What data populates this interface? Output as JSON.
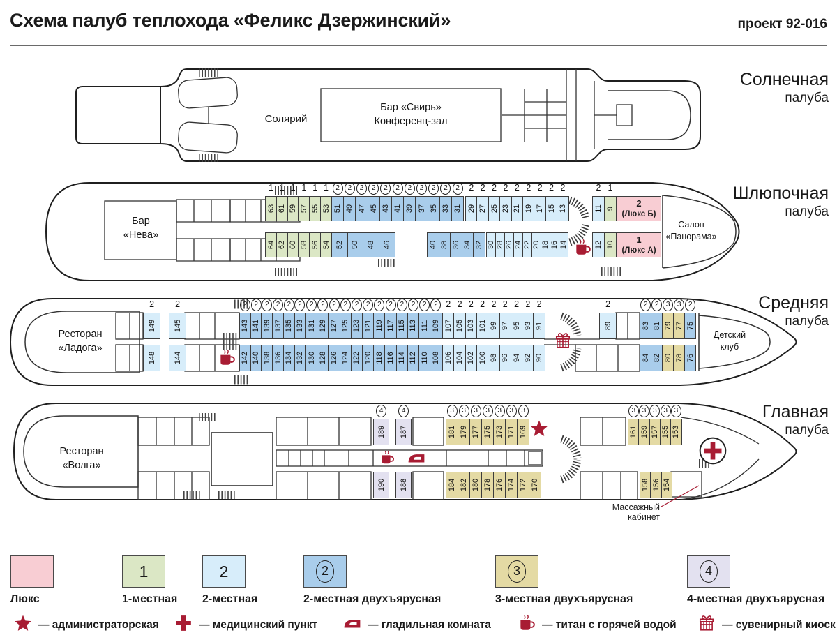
{
  "header": {
    "title": "Схема палуб теплохода «Феликс Дзержинский»",
    "project": "проект 92-016"
  },
  "cabin_types": {
    "lux": {
      "symbol": "",
      "circled": false,
      "color": "#f8cdd3",
      "name": "Люкс"
    },
    "s1": {
      "symbol": "1",
      "circled": false,
      "color": "#dbe7c5",
      "name": "1-местная"
    },
    "s2": {
      "symbol": "2",
      "circled": false,
      "color": "#d7edfa",
      "name": "2-местная"
    },
    "b2": {
      "symbol": "2",
      "circled": true,
      "color": "#a9cdeb",
      "name": "2-местная двухъярусная"
    },
    "b3": {
      "symbol": "3",
      "circled": true,
      "color": "#e4daa4",
      "name": "3-местная двухъярусная"
    },
    "b4": {
      "symbol": "4",
      "circled": true,
      "color": "#e3e1f0",
      "name": "4-местная двухъярусная"
    }
  },
  "decks": [
    {
      "id": "sun",
      "name": "Солнечная",
      "name2": "палуба"
    },
    {
      "id": "boat",
      "name": "Шлюпочная",
      "name2": "палуба",
      "top_groups": [
        {
          "type": "s1",
          "cabins": [
            "63",
            "61",
            "59",
            "57",
            "55",
            "53"
          ]
        },
        {
          "type": "b2",
          "cabins": [
            "51",
            "49",
            "47",
            "45",
            "43",
            "41",
            "39",
            "37",
            "35",
            "33",
            "31"
          ]
        },
        {
          "type": "s2",
          "cabins": [
            "29",
            "27",
            "25",
            "23",
            "21",
            "19",
            "17",
            "15",
            "13"
          ]
        },
        {
          "type": "s2",
          "cabins": [
            "11"
          ]
        },
        {
          "type": "s1",
          "cabins": [
            "9"
          ]
        }
      ],
      "bottom_groups": [
        {
          "type": "s1",
          "cabins": [
            "64",
            "62",
            "60",
            "58",
            "56",
            "54"
          ]
        },
        {
          "type": "b2",
          "cabins": [
            "52",
            "50",
            "48",
            "46"
          ]
        },
        {
          "type": "b2",
          "cabins": [
            "40",
            "38",
            "36",
            "34",
            "32"
          ]
        },
        {
          "type": "s2",
          "cabins": [
            "30",
            "28",
            "26",
            "24",
            "22",
            "20",
            "18",
            "16",
            "14"
          ]
        },
        {
          "type": "s2",
          "cabins": [
            "12"
          ]
        },
        {
          "type": "s1",
          "cabins": [
            "10"
          ]
        }
      ]
    },
    {
      "id": "middle",
      "name": "Средняя",
      "name2": "палуба",
      "top_groups": [
        {
          "type": "s2",
          "cabins": [
            "149"
          ]
        },
        {
          "type": "s2",
          "cabins": [
            "145"
          ]
        },
        {
          "type": "b2",
          "cabins": [
            "143",
            "141",
            "139",
            "137",
            "135",
            "133"
          ]
        },
        {
          "type": "b2",
          "cabins": [
            "131",
            "129",
            "127",
            "125",
            "123",
            "121",
            "119",
            "117",
            "115",
            "113",
            "111",
            "109"
          ]
        },
        {
          "type": "s2",
          "cabins": [
            "107",
            "105",
            "103",
            "101",
            "99",
            "97",
            "95",
            "93",
            "91"
          ]
        },
        {
          "type": "s2",
          "cabins": [
            "89"
          ]
        },
        {
          "type": "b2",
          "cabins": [
            "83",
            "81"
          ]
        },
        {
          "type": "b3",
          "cabins": [
            "79",
            "77"
          ]
        },
        {
          "type": "b2",
          "cabins": [
            "75"
          ]
        }
      ],
      "bottom_groups": [
        {
          "type": "s2",
          "cabins": [
            "148"
          ]
        },
        {
          "type": "s2",
          "cabins": [
            "144"
          ]
        },
        {
          "type": "b2",
          "cabins": [
            "142",
            "140",
            "138",
            "136",
            "134",
            "132"
          ]
        },
        {
          "type": "b2",
          "cabins": [
            "130",
            "128",
            "126",
            "124",
            "122",
            "120",
            "118",
            "116",
            "114",
            "112",
            "110",
            "108"
          ]
        },
        {
          "type": "s2",
          "cabins": [
            "106",
            "104",
            "102",
            "100",
            "98",
            "96",
            "94",
            "92",
            "90"
          ]
        },
        {
          "type": "b2",
          "cabins": [
            "84",
            "82"
          ]
        },
        {
          "type": "b3",
          "cabins": [
            "80",
            "78"
          ]
        },
        {
          "type": "b2",
          "cabins": [
            "76"
          ]
        }
      ]
    },
    {
      "id": "main",
      "name": "Главная",
      "name2": "палуба",
      "top_groups": [
        {
          "type": "b4",
          "cabins": [
            "189"
          ]
        },
        {
          "type": "b4",
          "cabins": [
            "187"
          ]
        },
        {
          "type": "b3",
          "cabins": [
            "181",
            "179",
            "177",
            "175",
            "173",
            "171",
            "169"
          ]
        },
        {
          "type": "b3",
          "cabins": [
            "161",
            "159",
            "157",
            "155",
            "153"
          ]
        }
      ],
      "bottom_groups": [
        {
          "type": "b4",
          "cabins": [
            "190"
          ]
        },
        {
          "type": "b4",
          "cabins": [
            "188"
          ]
        },
        {
          "type": "b3",
          "cabins": [
            "184",
            "182",
            "180",
            "178",
            "176",
            "174",
            "172",
            "170"
          ]
        },
        {
          "type": "b3",
          "cabins": [
            "158",
            "156",
            "154"
          ]
        }
      ]
    }
  ],
  "rooms": {
    "solarium": [
      "Солярий"
    ],
    "bar_svir": [
      "Бар «Свирь»",
      "Конференц-зал"
    ],
    "bar_neva": [
      "Бар",
      "«Нева»"
    ],
    "salon": [
      "Салон",
      "«Панорама»"
    ],
    "lux_b": [
      "2",
      "(Люкс Б)"
    ],
    "lux_a": [
      "1",
      "(Люкс А)"
    ],
    "ladoga": [
      "Ресторан",
      "«Ладога»"
    ],
    "kids": [
      "Детский",
      "клуб"
    ],
    "volga": [
      "Ресторан",
      "«Волга»"
    ],
    "massage": [
      "Массажный кабинет"
    ]
  },
  "legend": {
    "categories": [
      {
        "type": "lux",
        "label": "Люкс"
      },
      {
        "type": "s1",
        "label": "1-местная"
      },
      {
        "type": "s2",
        "label": "2-местная"
      },
      {
        "type": "b2",
        "label": "2-местная двухъярусная"
      },
      {
        "type": "b3",
        "label": "3-местная двухъярусная"
      },
      {
        "type": "b4",
        "label": "4-местная двухъярусная"
      }
    ],
    "icons": [
      {
        "icon": "star",
        "label": "— администраторская"
      },
      {
        "icon": "cross",
        "label": "— медицинский пункт"
      },
      {
        "icon": "iron",
        "label": "— гладильная комната"
      },
      {
        "icon": "titan",
        "label": "— титан с горячей водой"
      },
      {
        "icon": "gift",
        "label": "— сувенирный киоск"
      }
    ]
  },
  "colors": {
    "accent_red": "#a81c33",
    "line": "#222222"
  }
}
